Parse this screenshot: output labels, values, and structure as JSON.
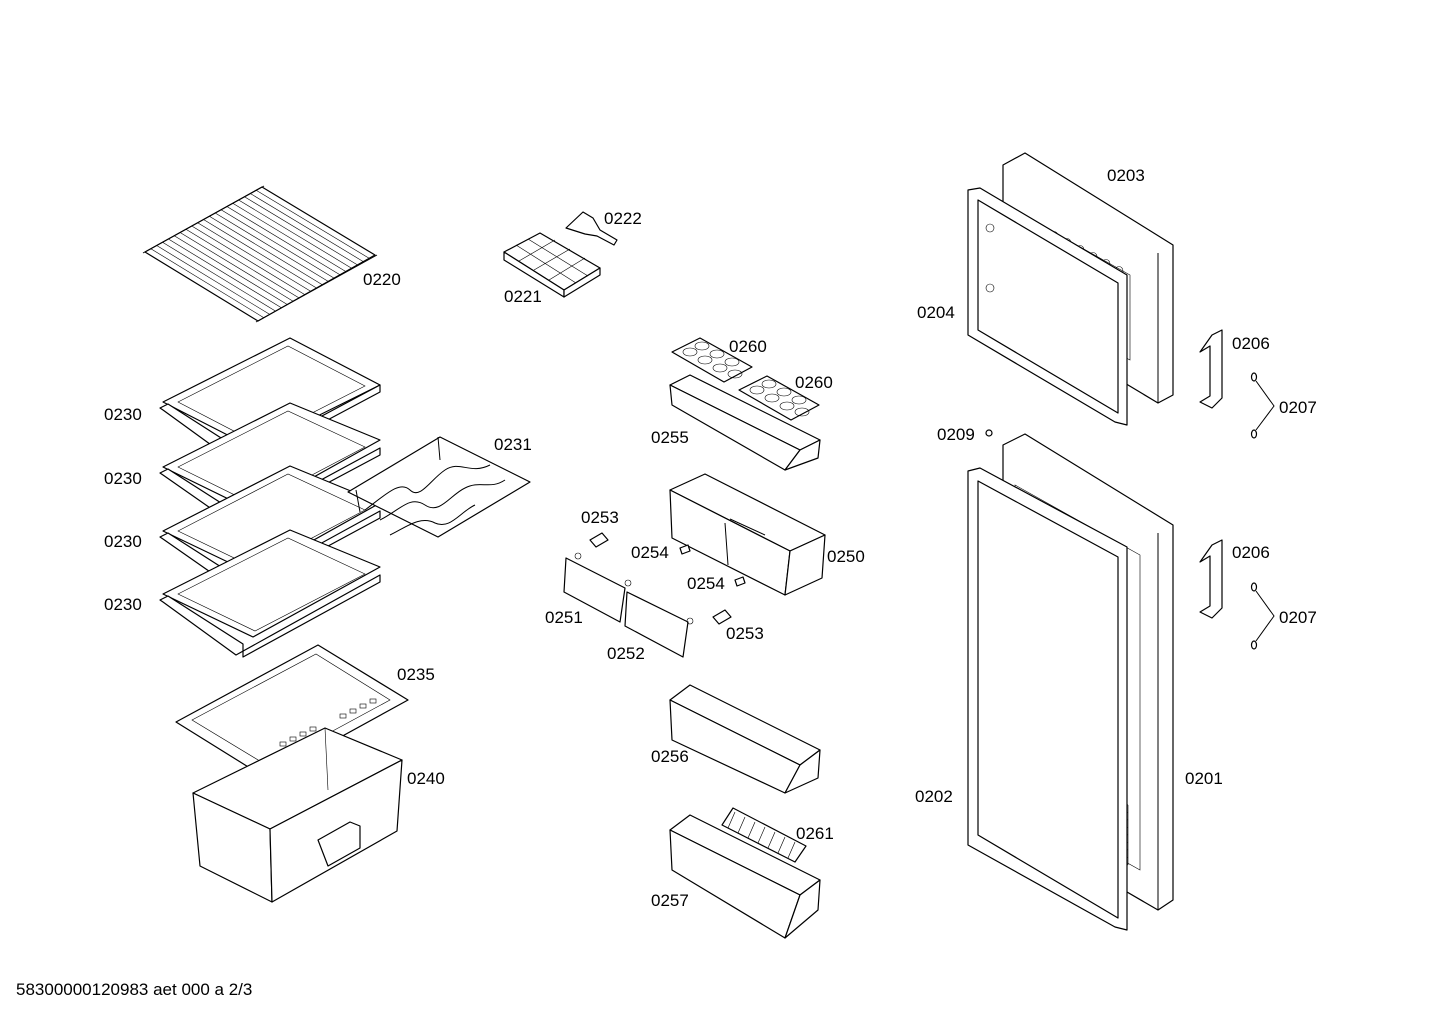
{
  "labels": {
    "p0203": "0203",
    "p0222": "0222",
    "p0220": "0220",
    "p0221": "0221",
    "p0204": "0204",
    "p0206a": "0206",
    "p0260a": "0260",
    "p0260b": "0260",
    "p0230a": "0230",
    "p0231": "0231",
    "p0255": "0255",
    "p0207a": "0207",
    "p0209": "0209",
    "p0230b": "0230",
    "p0253a": "0253",
    "p0254a": "0254",
    "p0250": "0250",
    "p0230c": "0230",
    "p0206b": "0206",
    "p0254b": "0254",
    "p0251": "0251",
    "p0230d": "0230",
    "p0207b": "0207",
    "p0253b": "0253",
    "p0252": "0252",
    "p0235": "0235",
    "p0256": "0256",
    "p0240": "0240",
    "p0201": "0201",
    "p0202": "0202",
    "p0261": "0261",
    "p0257": "0257"
  },
  "footer": "58300000120983 aet 000 a 2/3"
}
